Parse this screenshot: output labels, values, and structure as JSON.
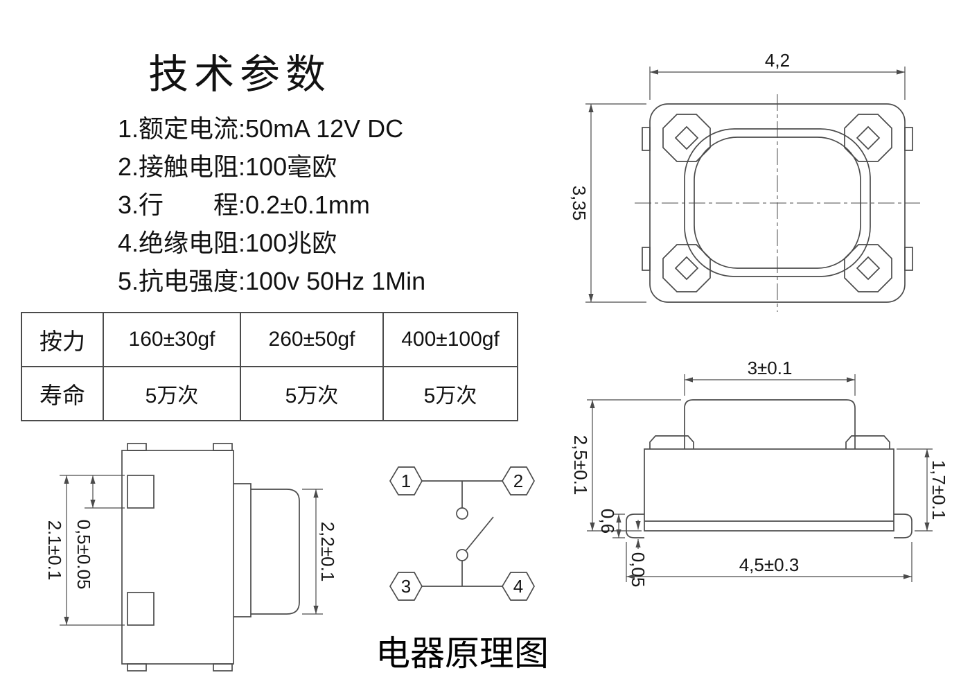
{
  "specs": {
    "title": "技术参数",
    "items": [
      "1.额定电流:50mA 12V DC",
      "2.接触电阻:100毫欧",
      "3.行　　程:0.2±0.1mm",
      "4.绝缘电阻:100兆欧",
      "5.抗电强度:100v 50Hz 1Min"
    ]
  },
  "table": {
    "row1_label": "按力",
    "row1_values": [
      "160±30gf",
      "260±50gf",
      "400±100gf"
    ],
    "row2_label": "寿命",
    "row2_values": [
      "5万次",
      "5万次",
      "5万次"
    ]
  },
  "top_view": {
    "dim_width": "4,2",
    "dim_height": "3,35"
  },
  "side_view": {
    "dim_button_width": "3±0.1",
    "dim_total_height": "2,5±0.1",
    "dim_body_height": "1,7±0.1",
    "dim_lead_height": "0,6",
    "dim_standoff": "0,05",
    "dim_body_width": "4,5±0.3"
  },
  "front_view": {
    "dim_pin_span": "2.1±0.1",
    "dim_pin_width": "0,5±0.05",
    "dim_button_height": "2,2±0.1"
  },
  "schematic": {
    "title": "电器原理图",
    "pins": [
      "1",
      "2",
      "3",
      "4"
    ]
  }
}
